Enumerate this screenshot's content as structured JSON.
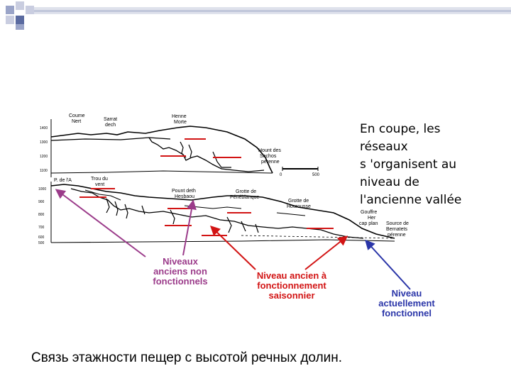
{
  "colors": {
    "deco_dark": "#5a6aa0",
    "deco_mid": "#9aa4c8",
    "deco_light": "#c9cde0",
    "profile": "#000000",
    "old_levels": "#9b3b8a",
    "seasonal": "#d21414",
    "active": "#2a35a8"
  },
  "heading_lines": [
    "En coupe, les",
    "réseaux",
    "s 'organisent au",
    "niveau de",
    "l'ancienne vallée"
  ],
  "legend": {
    "old_levels": [
      "Niveaux",
      "anciens non",
      "fonctionnels"
    ],
    "seasonal_level": [
      "Niveau ancien à",
      "fonctionnement",
      "saisonnier"
    ],
    "active_level": [
      "Niveau",
      "actuellement",
      "fonctionnel"
    ]
  },
  "top_section": {
    "places": [
      "Coume",
      "Nert",
      "Sarrat",
      "dech",
      "Henne",
      "Morte",
      "Hount des",
      "Sechos",
      "pérenne"
    ],
    "elevations": [
      "1400",
      "1300",
      "1200",
      "1100"
    ],
    "scale": [
      "0",
      "500"
    ]
  },
  "bottom_section": {
    "places": [
      "P. de l'A",
      "Trou du",
      "vent",
      "Pount deth",
      "Hesbaou",
      "Grotte de",
      "Pénéblanque",
      "Grotte de",
      "Hourousse",
      "Gouffre",
      "Her",
      "cap plan",
      "Source de",
      "Bernatets",
      "pérenne"
    ],
    "elevations": [
      "1000",
      "900",
      "800",
      "700",
      "600",
      "500"
    ]
  },
  "caption": "Связь этажности пещер с высотой речных долин."
}
